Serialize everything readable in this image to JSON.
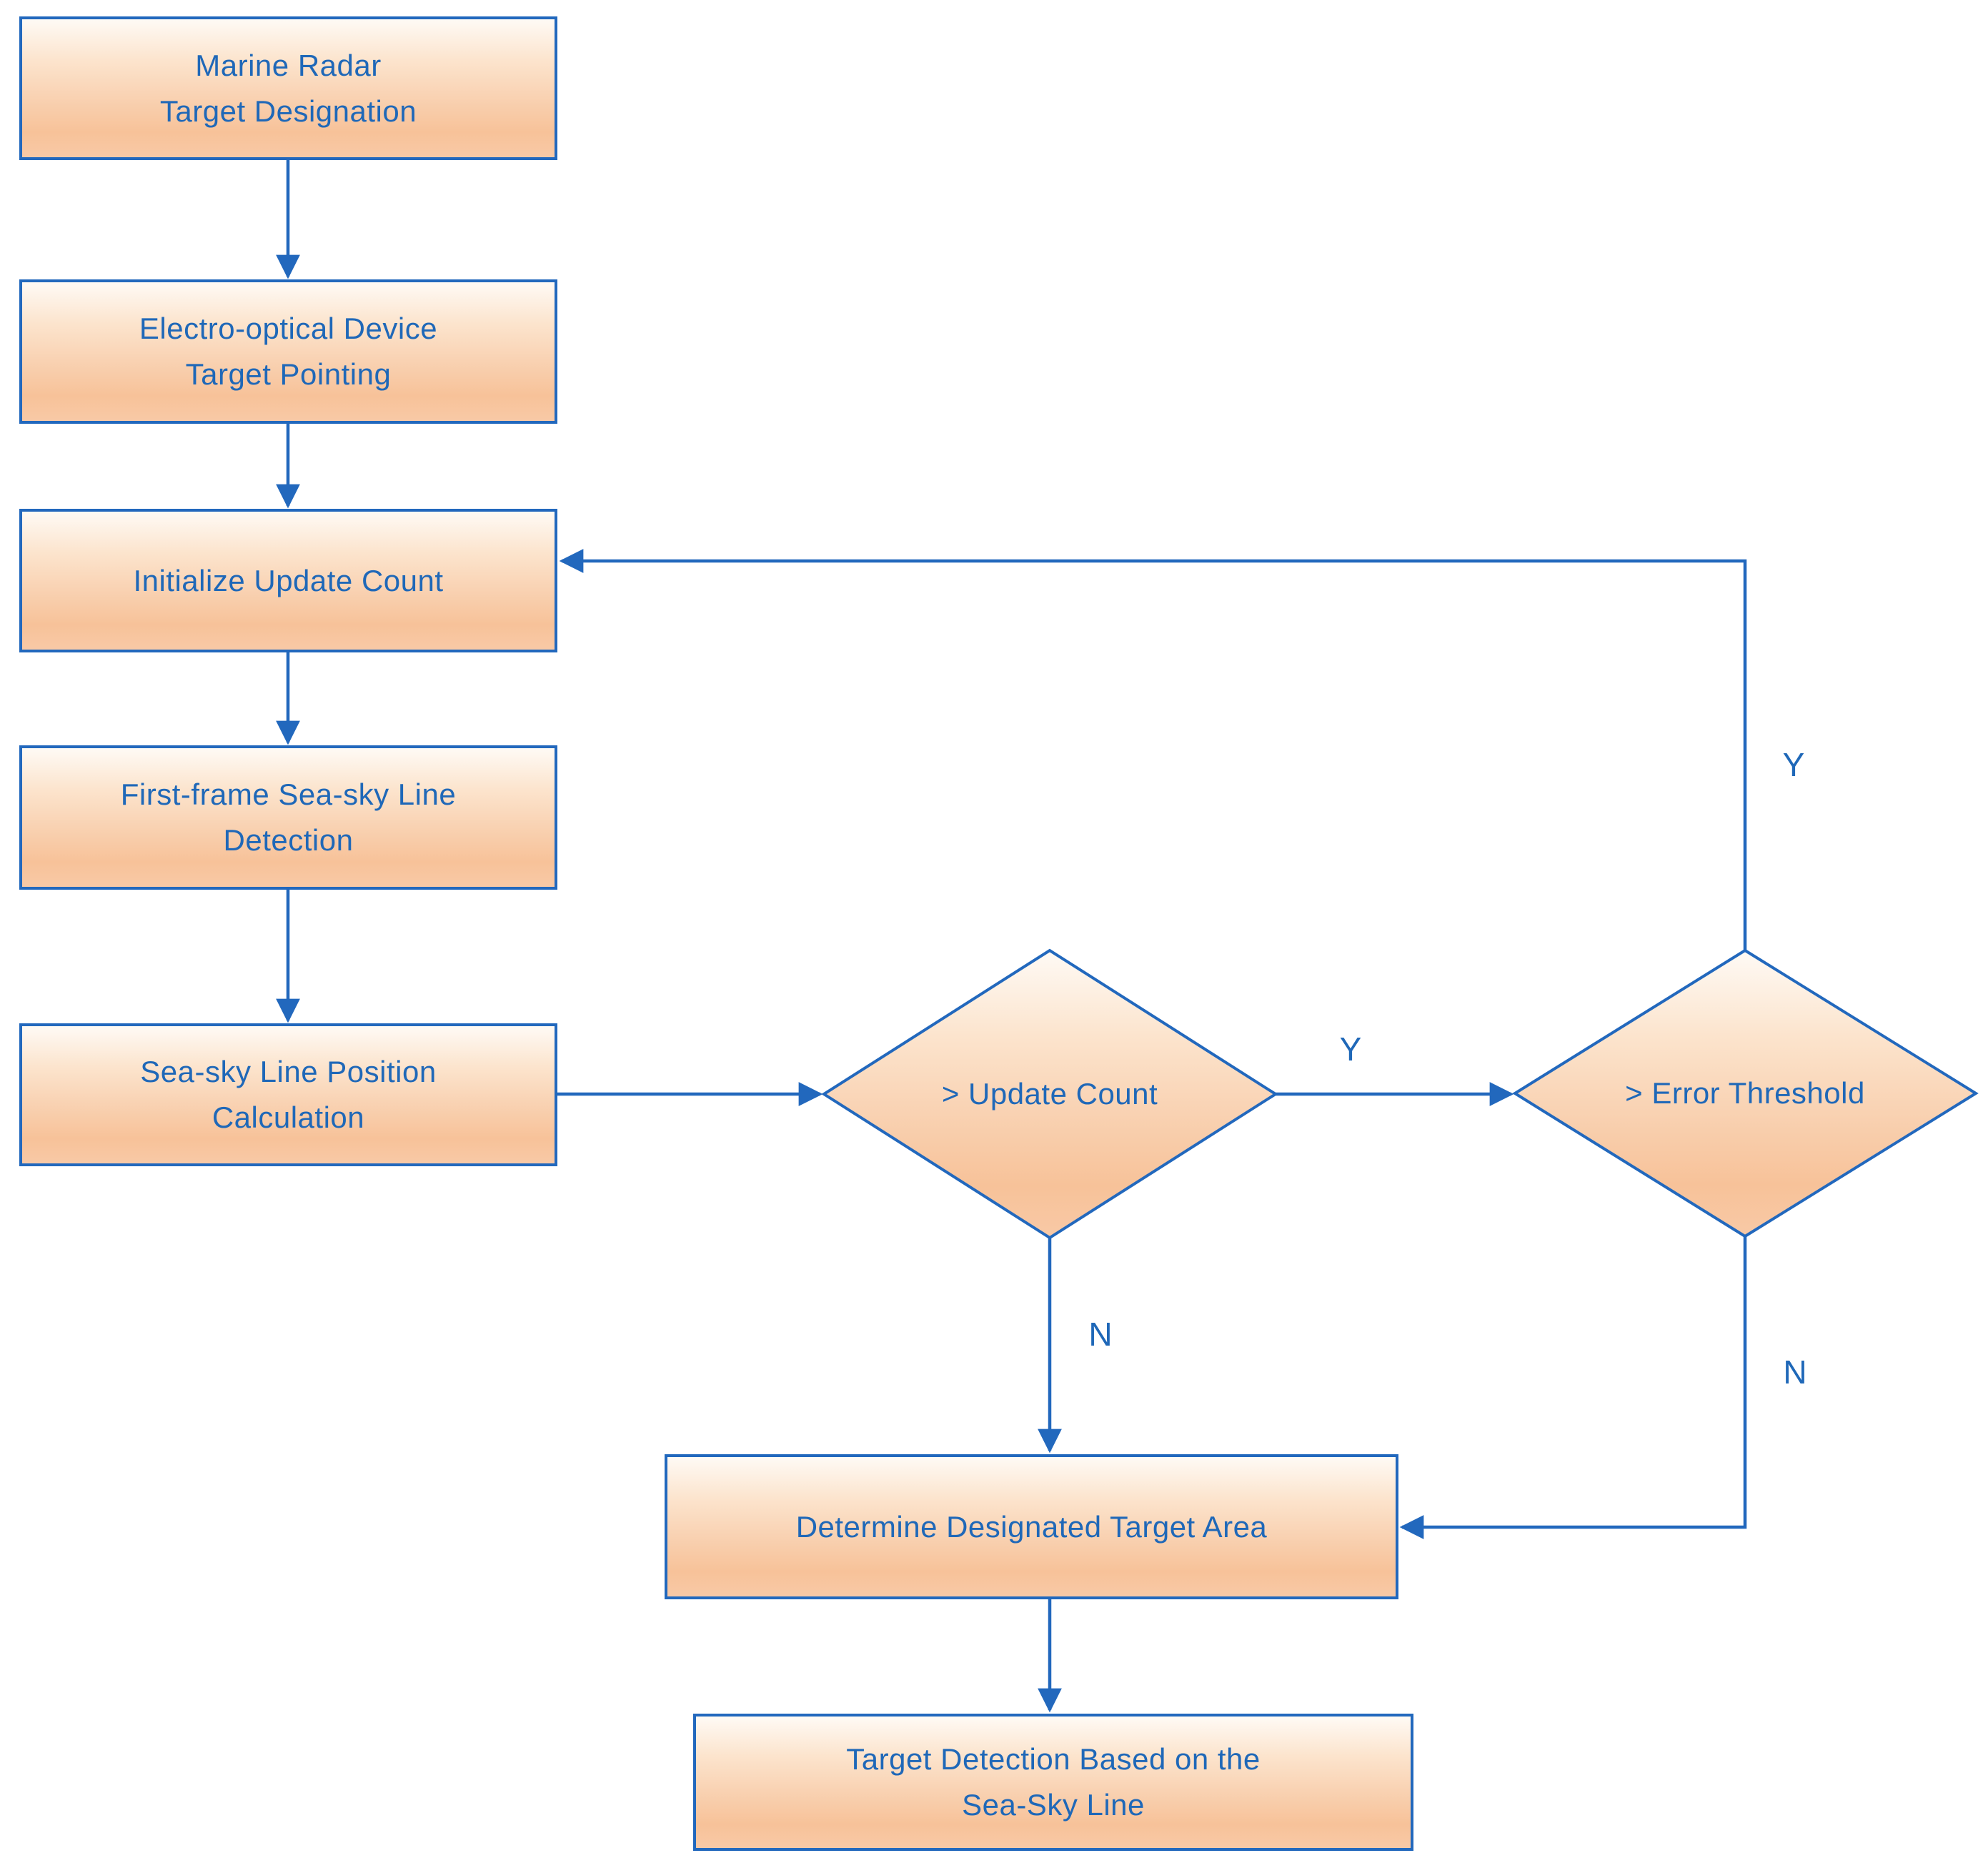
{
  "title": "Marine radar / electro-optical target detection flowchart",
  "nodes": {
    "marine_radar": {
      "label": "Marine Radar\nTarget Designation"
    },
    "eo_device": {
      "label": "Electro-optical Device\nTarget Pointing"
    },
    "init_update_count": {
      "label": "Initialize Update Count"
    },
    "first_frame_detection": {
      "label": "First-frame Sea-sky Line\nDetection"
    },
    "position_calculation": {
      "label": "Sea-sky Line Position\nCalculation"
    },
    "update_count_decision": {
      "label": "> Update Count"
    },
    "error_threshold_decision": {
      "label": "> Error Threshold"
    },
    "determine_target_area": {
      "label": "Determine Designated Target Area"
    },
    "target_detection": {
      "label": "Target Detection  Based on the\nSea-Sky Line"
    }
  },
  "branch_labels": {
    "update_count_yes": "Y",
    "update_count_no": "N",
    "error_threshold_yes": "Y",
    "error_threshold_no": "N"
  },
  "colors": {
    "line_blue": "#2268bd",
    "text_blue": "#1f68b8",
    "shape_fill_top": "#fefaf5",
    "shape_fill_bottom": "#f8c9a6"
  }
}
